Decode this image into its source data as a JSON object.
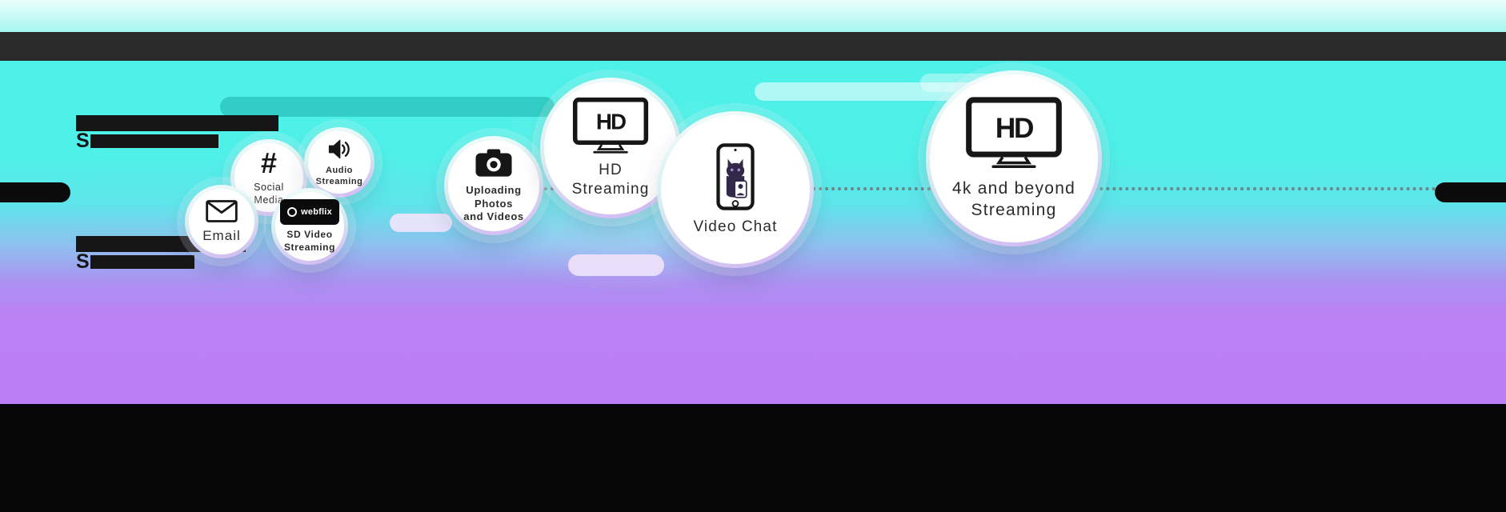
{
  "colors": {
    "cyan": "#4EF0E8",
    "purple": "#BC7DF3",
    "teal_pill": "#2FC9C0",
    "dark_band": "#2A2A2A",
    "black_band": "#060606",
    "ink": "#161616"
  },
  "bubbles": {
    "email": {
      "label": "Email",
      "icon": "envelope-icon"
    },
    "social": {
      "symbol": "#",
      "line1": "Social",
      "line2": "Media",
      "icon": "hashtag-icon"
    },
    "audio": {
      "line1": "Audio",
      "line2": "Streaming",
      "icon": "speaker-icon"
    },
    "sd_video": {
      "badge": "webflix",
      "line1": "SD Video",
      "line2": "Streaming",
      "icon": "webflix-badge"
    },
    "upload": {
      "line1": "Uploading Photos",
      "line2": "and Videos",
      "icon": "camera-icon"
    },
    "hd": {
      "screen": "HD",
      "line1": "HD",
      "line2": "Streaming",
      "icon": "tv-hd-icon"
    },
    "video_chat": {
      "label": "Video Chat",
      "icon": "phone-cat-icon"
    },
    "uhd": {
      "screen": "HD",
      "line1": "4k and beyond",
      "line2": "Streaming",
      "icon": "tv-hd-icon"
    }
  },
  "redacted": {
    "partial_left_top": "S",
    "partial_left_mid": "S"
  }
}
